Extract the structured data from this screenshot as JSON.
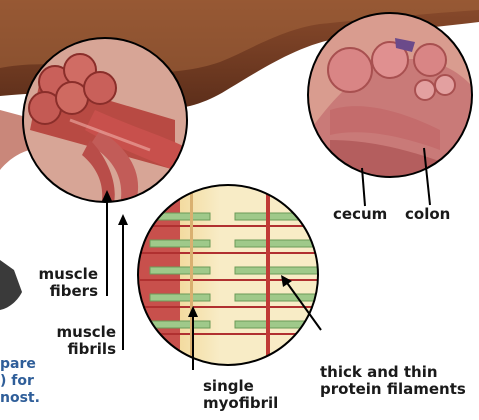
{
  "labels": {
    "cecum": "cecum",
    "colon": "colon",
    "muscle_fibers": [
      "muscle",
      "fibers"
    ],
    "muscle_fibrils": [
      "muscle",
      "fibrils"
    ],
    "single_myofibril": [
      "single",
      "myofibril"
    ],
    "protein_filaments": [
      "thick and thin",
      "protein filaments"
    ]
  },
  "cropped_side_text": [
    "pare",
    ") for",
    "nost."
  ],
  "colors": {
    "muscle_red": "#c8504c",
    "intestine_pink": "#d98585",
    "filament_green": "#9fc98a",
    "label_text": "#1a1a1a",
    "side_text": "#2f5e99"
  }
}
